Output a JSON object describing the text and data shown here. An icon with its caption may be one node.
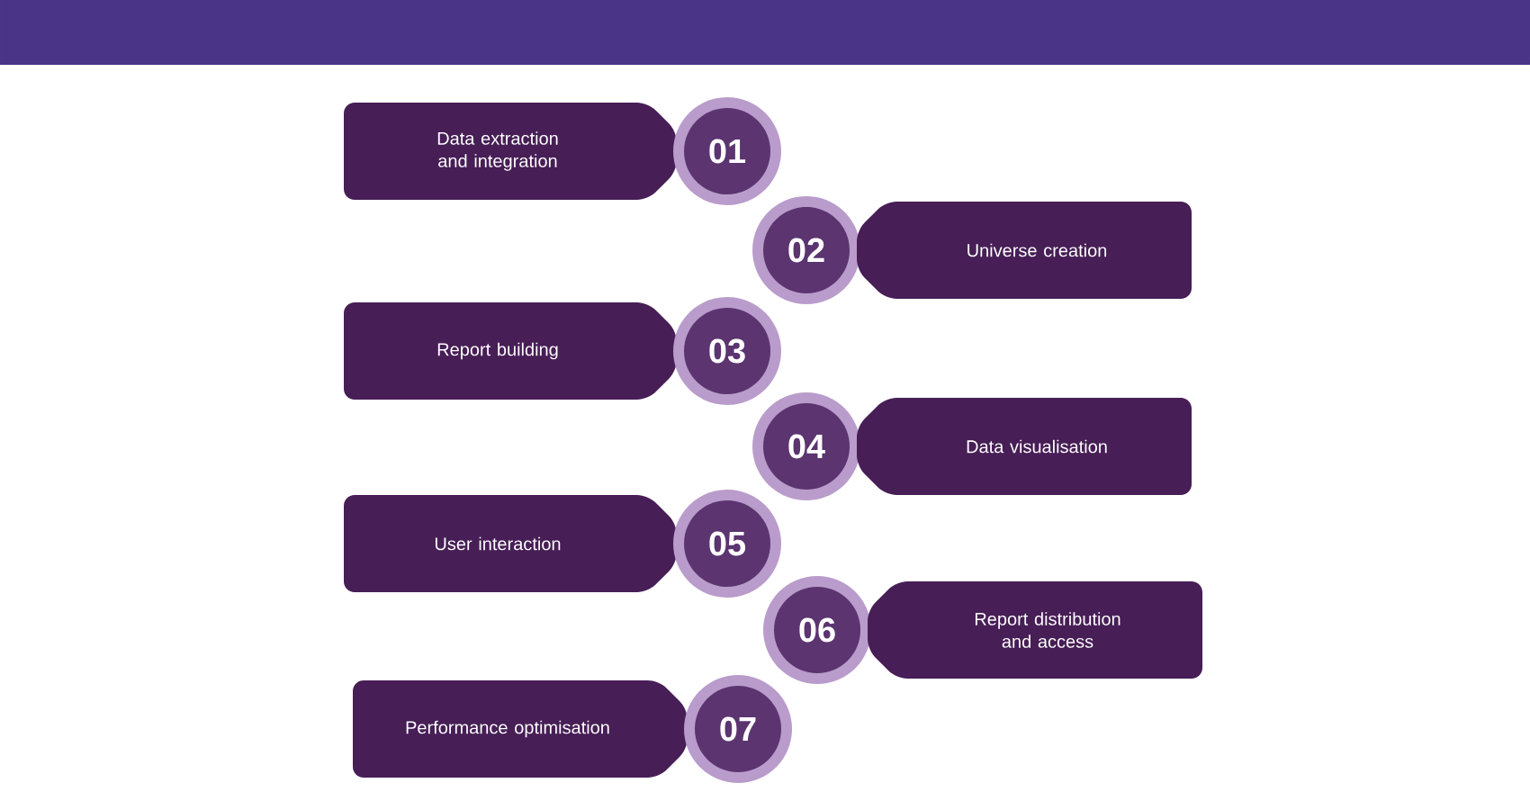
{
  "diagram": {
    "nodes": [
      {
        "text": [
          "Data extraction and integration"
        ]
      },
      {
        "text": [
          "01"
        ]
      },
      {
        "text": [
          "02"
        ]
      },
      {
        "text": [
          "Universe creation"
        ]
      },
      {
        "text": [
          "Report building"
        ]
      },
      {
        "text": [
          "03"
        ]
      },
      {
        "text": [
          "04"
        ]
      },
      {
        "text": [
          "Data visualisation"
        ]
      },
      {
        "text": [
          "User interaction"
        ]
      },
      {
        "text": [
          "05"
        ]
      },
      {
        "text": [
          "06"
        ]
      },
      {
        "text": [
          "Report distribution and access"
        ]
      },
      {
        "text": [
          "Performance optimisation"
        ]
      },
      {
        "text": [
          "07"
        ]
      }
    ]
  }
}
